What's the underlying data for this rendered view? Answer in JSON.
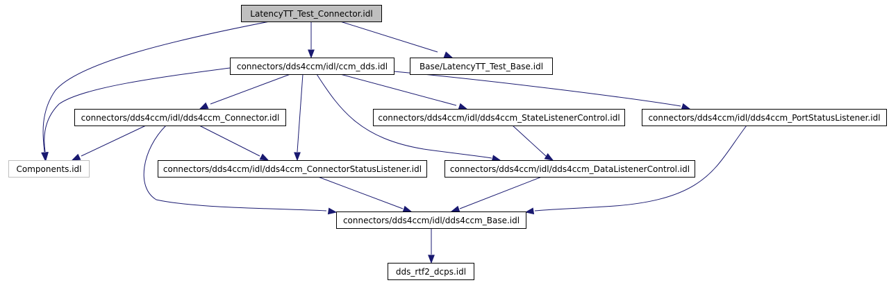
{
  "graph": {
    "nodes": [
      {
        "id": "root",
        "label": "LatencyTT_Test_Connector.idl",
        "style": "root"
      },
      {
        "id": "ccm_dds",
        "label": "connectors/dds4ccm/idl/ccm_dds.idl",
        "style": "normal"
      },
      {
        "id": "base_test",
        "label": "Base/LatencyTT_Test_Base.idl",
        "style": "normal"
      },
      {
        "id": "connector",
        "label": "connectors/dds4ccm/idl/dds4ccm_Connector.idl",
        "style": "normal"
      },
      {
        "id": "state_listener",
        "label": "connectors/dds4ccm/idl/dds4ccm_StateListenerControl.idl",
        "style": "normal"
      },
      {
        "id": "port_status",
        "label": "connectors/dds4ccm/idl/dds4ccm_PortStatusListener.idl",
        "style": "normal"
      },
      {
        "id": "components",
        "label": "Components.idl",
        "style": "external"
      },
      {
        "id": "conn_status",
        "label": "connectors/dds4ccm/idl/dds4ccm_ConnectorStatusListener.idl",
        "style": "normal"
      },
      {
        "id": "data_listener",
        "label": "connectors/dds4ccm/idl/dds4ccm_DataListenerControl.idl",
        "style": "normal"
      },
      {
        "id": "dds_base",
        "label": "connectors/dds4ccm/idl/dds4ccm_Base.idl",
        "style": "normal"
      },
      {
        "id": "rtf2",
        "label": "dds_rtf2_dcps.idl",
        "style": "normal"
      }
    ],
    "edges": [
      {
        "from": "root",
        "to": "ccm_dds"
      },
      {
        "from": "root",
        "to": "base_test"
      },
      {
        "from": "root",
        "to": "components"
      },
      {
        "from": "ccm_dds",
        "to": "components"
      },
      {
        "from": "ccm_dds",
        "to": "connector"
      },
      {
        "from": "ccm_dds",
        "to": "conn_status"
      },
      {
        "from": "ccm_dds",
        "to": "state_listener"
      },
      {
        "from": "ccm_dds",
        "to": "data_listener"
      },
      {
        "from": "ccm_dds",
        "to": "port_status"
      },
      {
        "from": "connector",
        "to": "components"
      },
      {
        "from": "connector",
        "to": "conn_status"
      },
      {
        "from": "connector",
        "to": "dds_base"
      },
      {
        "from": "state_listener",
        "to": "data_listener"
      },
      {
        "from": "port_status",
        "to": "dds_base"
      },
      {
        "from": "conn_status",
        "to": "dds_base"
      },
      {
        "from": "data_listener",
        "to": "dds_base"
      },
      {
        "from": "dds_base",
        "to": "rtf2"
      }
    ],
    "colors": {
      "edge": "#191970",
      "root_fill": "#bfbfbf",
      "external_border": "#bfbfbf",
      "node_border": "#000000",
      "node_fill": "#ffffff"
    }
  }
}
